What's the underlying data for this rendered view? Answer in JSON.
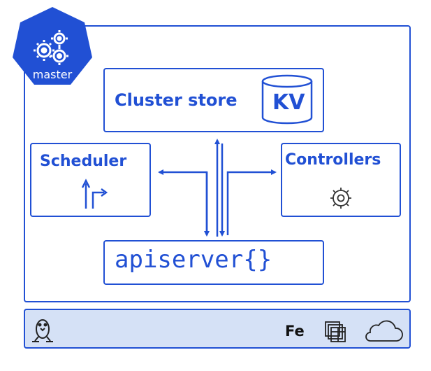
{
  "master": {
    "label": "master"
  },
  "cluster_store": {
    "label": "Cluster store",
    "kv_label": "KV"
  },
  "scheduler": {
    "label": "Scheduler"
  },
  "controllers": {
    "label": "Controllers"
  },
  "apiserver": {
    "label": "apiserver{}"
  },
  "bottom_bar": {
    "fe_label": "Fe"
  },
  "icons": [
    "master-heptagon-icon",
    "gears-icon",
    "database-icon",
    "routing-arrows-icon",
    "cog-icon",
    "linux-penguin-icon",
    "layered-squares-icon",
    "cloud-icon"
  ],
  "colors": {
    "accent": "#2150d4",
    "bar_background": "#d5e1f6"
  }
}
